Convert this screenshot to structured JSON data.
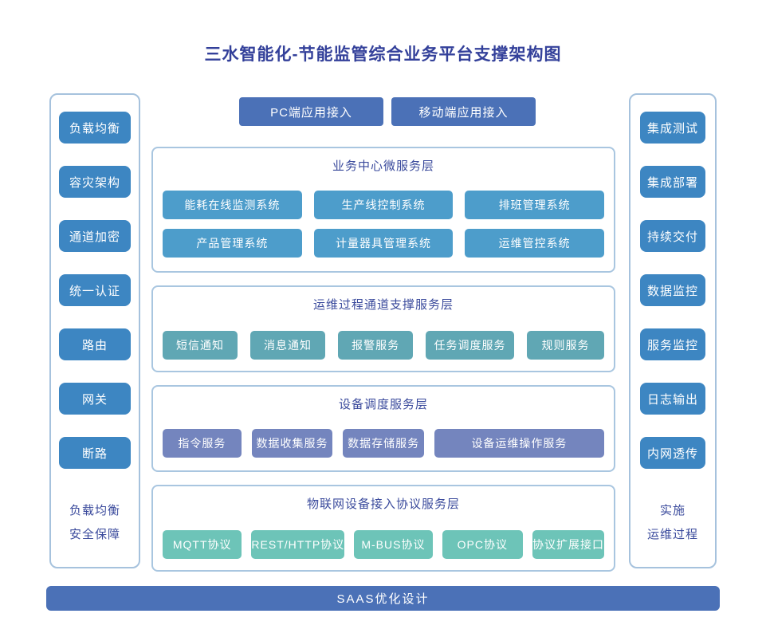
{
  "title": "三水智能化-节能监管综合业务平台支撑架构图",
  "palette": {
    "title_text": "#33409A",
    "panel_border": "#A6C2DD",
    "section_border": "#A9C6E0",
    "sidebar_node": "#3D86C2",
    "client_node": "#4B71B7",
    "business_node": "#4D9DCB",
    "channel_node": "#60A7B4",
    "device_node": "#7485BE",
    "protocol_node": "#6DC4B8",
    "bottom_bar": "#4B71B7",
    "node_text": "#FFFFFF"
  },
  "client_access": {
    "items": [
      {
        "label": "PC端应用接入"
      },
      {
        "label": "移动端应用接入"
      }
    ]
  },
  "left_panel": {
    "items": [
      {
        "label": "负载均衡"
      },
      {
        "label": "容灾架构"
      },
      {
        "label": "通道加密"
      },
      {
        "label": "统一认证"
      },
      {
        "label": "路由"
      },
      {
        "label": "网关"
      },
      {
        "label": "断路"
      }
    ],
    "caption_lines": [
      "负载均衡",
      "安全保障"
    ]
  },
  "right_panel": {
    "items": [
      {
        "label": "集成测试"
      },
      {
        "label": "集成部署"
      },
      {
        "label": "持续交付"
      },
      {
        "label": "数据监控"
      },
      {
        "label": "服务监控"
      },
      {
        "label": "日志输出"
      },
      {
        "label": "内网透传"
      }
    ],
    "caption_lines": [
      "实施",
      "运维过程"
    ]
  },
  "sections": [
    {
      "title": "业务中心微服务层",
      "items": [
        {
          "label": "能耗在线监测系统"
        },
        {
          "label": "生产线控制系统"
        },
        {
          "label": "排班管理系统"
        },
        {
          "label": "产品管理系统"
        },
        {
          "label": "计量器具管理系统"
        },
        {
          "label": "运维管控系统"
        }
      ]
    },
    {
      "title": "运维过程通道支撑服务层",
      "items": [
        {
          "label": "短信通知"
        },
        {
          "label": "消息通知"
        },
        {
          "label": "报警服务"
        },
        {
          "label": "任务调度服务"
        },
        {
          "label": "规则服务"
        }
      ]
    },
    {
      "title": "设备调度服务层",
      "items": [
        {
          "label": "指令服务"
        },
        {
          "label": "数据收集服务"
        },
        {
          "label": "数据存储服务"
        },
        {
          "label": "设备运维操作服务"
        }
      ]
    },
    {
      "title": "物联网设备接入协议服务层",
      "items": [
        {
          "label": "MQTT协议"
        },
        {
          "label": "REST/HTTP协议"
        },
        {
          "label": "M-BUS协议"
        },
        {
          "label": "OPC协议"
        },
        {
          "label": "协议扩展接口"
        }
      ]
    }
  ],
  "bottom_bar": {
    "label": "SAAS优化设计"
  }
}
